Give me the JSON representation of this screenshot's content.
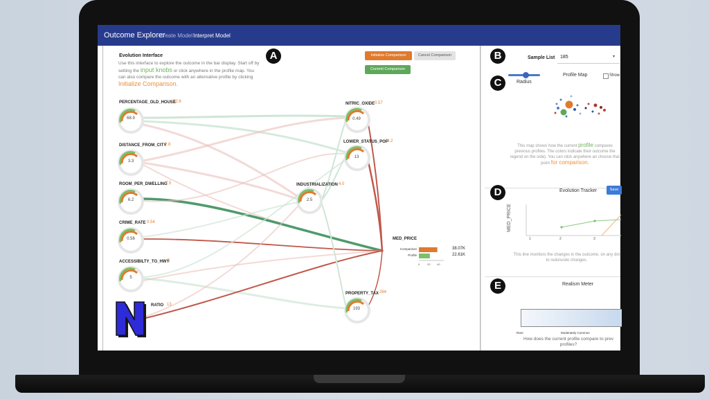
{
  "app": {
    "title": "Outcome Explorer",
    "nav": [
      "Create Model",
      "Interpret Model"
    ]
  },
  "evolution": {
    "title": "Evolution Interface",
    "intro_a": "Use this interface to explore the outcome in the bar display. Start off by setting the ",
    "intro_knobs": "input knobs",
    "intro_b": " or click anywhere in the profile map. You can also compare the outcome with an alternative profile by clicking ",
    "intro_init": "Initialize Comparison",
    "intro_c": ".",
    "buttons": {
      "init": "Initialize Comparison",
      "cancel": "Cancel Comparison",
      "commit": "Commit Comparison"
    }
  },
  "badges": {
    "a": "A",
    "b": "B",
    "c": "C",
    "d": "D",
    "e": "E"
  },
  "nodes": [
    {
      "id": "pct_old",
      "label": "PERCENTAGE_OLD_HOUSE",
      "value": "32.6",
      "knob": "68.9"
    },
    {
      "id": "dist",
      "label": "DISTANCE_FROM_CITY",
      "value": "2.8",
      "knob": "3.3"
    },
    {
      "id": "room",
      "label": "ROOM_PER_DWELLING",
      "value": "7.5",
      "knob": "6.2"
    },
    {
      "id": "crime",
      "label": "CRIME_RATE",
      "value": "0.54",
      "knob": "0.56"
    },
    {
      "id": "access",
      "label": "ACCESSIBILTY_TO_HWY",
      "value": "5",
      "knob": "5"
    },
    {
      "id": "ratio",
      "label": "RATIO",
      "value": "13",
      "knob": ""
    },
    {
      "id": "indus",
      "label": "INDUSTRIALIZATION",
      "value": "4.0",
      "knob": "2.5"
    },
    {
      "id": "nitric",
      "label": "NITRIC_OXIDE",
      "value": "0.57",
      "knob": "0.49"
    },
    {
      "id": "lower",
      "label": "LOWER_STATUS_POP",
      "value": "9.2",
      "knob": "13"
    },
    {
      "id": "prop",
      "label": "PROPERTY_TAX",
      "value": "264",
      "knob": "193"
    }
  ],
  "outcome": {
    "label": "MED_PRICE",
    "bars": [
      {
        "name": "Comparison",
        "value": "38.07K",
        "num": 38.07,
        "color": "#e07a2c"
      },
      {
        "name": "Profile",
        "value": "22.61K",
        "num": 22.61,
        "color": "#7bbf6a"
      }
    ],
    "ticks": [
      "0",
      "20",
      "40"
    ]
  },
  "sample": {
    "label": "Sample List",
    "selected": "185"
  },
  "profile_map": {
    "title": "Profile Map",
    "radius_label": "Radius",
    "radius": 0.55,
    "show_label": "Show",
    "desc_a": "This map shows how the current ",
    "desc_profile": "profile",
    "desc_b": " compares previous profiles. The colors indicate their outcome the legend on the side). You can click anywhere an choose that point ",
    "desc_cmp": "for comparison."
  },
  "tracker": {
    "title": "Evolution Tracker",
    "save": "Save",
    "ylabel": "MED_PRICE",
    "xticks": [
      "1",
      "2",
      "3"
    ],
    "desc": "This line monitors the changes in the outcome. on any dot to redo/undo changes."
  },
  "realism": {
    "title": "Realism Meter",
    "rare": "Rare",
    "moderate": "Moderately Common",
    "question": "How does the current profile compare to prev profiles?"
  },
  "colors": {
    "nav": "#273b8c",
    "orange": "#e07a2c",
    "green": "#5ea85a",
    "red": "#c0584a"
  }
}
